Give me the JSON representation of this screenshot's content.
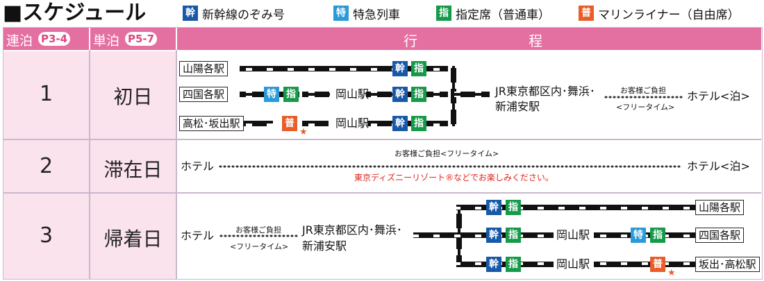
{
  "title": "■スケジュール",
  "legend": [
    {
      "badge": "幹",
      "label": "新幹線のぞみ号",
      "color": "#1758a8"
    },
    {
      "badge": "特",
      "label": "特急列車",
      "color": "#2b9ad8"
    },
    {
      "badge": "指",
      "label": "指定席（普通車）",
      "color": "#169a4a"
    },
    {
      "badge": "普",
      "label": "マリンライナー（自由席）",
      "color": "#e85d28"
    }
  ],
  "header": {
    "col1_label": "連泊",
    "col1_pill": "P3-4",
    "col2_label": "単泊",
    "col2_pill": "P5-7",
    "col3_char1": "行",
    "col3_char2": "程"
  },
  "badges": {
    "kan": "幹",
    "tok": "特",
    "shi": "指",
    "fu": "普"
  },
  "days": [
    {
      "num": "1",
      "name": "初日",
      "stations": [
        "山陽各駅",
        "四国各駅",
        "高松･坂出駅"
      ],
      "okayama": "岡山駅",
      "dest_line1": "JR東京都区内･舞浜･",
      "dest_line2": "新浦安駅",
      "fee_top": "お客様ご負担",
      "fee_bottom": "<フリータイム>",
      "hotel": "ホテル<泊>"
    },
    {
      "num": "2",
      "name": "滞在日",
      "hotel_left": "ホテル",
      "note": "お客様ご負担<フリータイム>",
      "red_note": "東京ディズニーリゾート®などでお楽しみください。",
      "hotel_right": "ホテル<泊>"
    },
    {
      "num": "3",
      "name": "帰着日",
      "hotel": "ホテル",
      "fee_top": "お客様ご負担",
      "fee_bottom": "<フリータイム>",
      "dest_line1": "JR東京都区内･舞浜･",
      "dest_line2": "新浦安駅",
      "okayama": "岡山駅",
      "stations": [
        "山陽各駅",
        "四国各駅",
        "坂出･高松駅"
      ]
    }
  ]
}
